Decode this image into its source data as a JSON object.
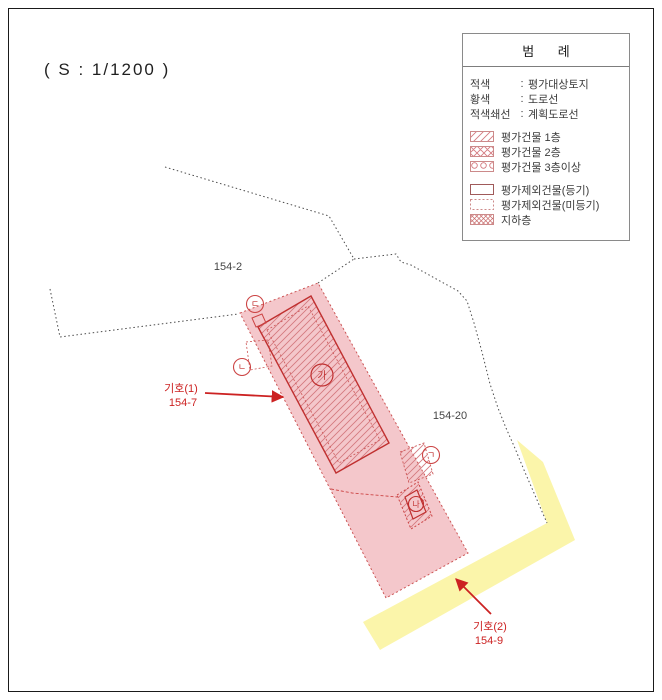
{
  "scale_label": "( S : 1/1200 )",
  "legend": {
    "title": "범  례",
    "color_lines": [
      {
        "name": "적색",
        "sep": ":",
        "desc": "평가대상토지"
      },
      {
        "name": "황색",
        "sep": ":",
        "desc": "도로선"
      },
      {
        "name": "적색쇄선",
        "sep": ":",
        "desc": "계획도로선"
      }
    ],
    "building_items": [
      {
        "swatch": "diagonal-hatch",
        "label": "평가건물 1층"
      },
      {
        "swatch": "cross-hatch",
        "label": "평가건물 2층"
      },
      {
        "swatch": "circle-hatch",
        "label": "평가건물 3층이상"
      }
    ],
    "exclusion_items": [
      {
        "swatch": "solid-outline",
        "label": "평가제외건물(등기)"
      },
      {
        "swatch": "dashed-outline",
        "label": "평가제외건물(미등기)"
      },
      {
        "swatch": "dense-hatch",
        "label": "지하층"
      }
    ]
  },
  "map": {
    "parcel_labels": [
      {
        "id": "154-2"
      },
      {
        "id": "154-20"
      }
    ],
    "callouts": [
      {
        "line1": "기호(1)",
        "line2": "154-7"
      },
      {
        "line1": "기호(2)",
        "line2": "154-9"
      }
    ],
    "building_markers": [
      {
        "glyph": "가"
      },
      {
        "glyph": "나"
      }
    ],
    "point_markers": [
      {
        "glyph": "ㄱ"
      },
      {
        "glyph": "ㄴ"
      },
      {
        "glyph": "ㄷ"
      }
    ]
  },
  "colors": {
    "target_parcel_fill": "#f4c7cb",
    "road_fill": "#fbf5aa",
    "building_outline": "#c03030",
    "hatch_line": "#d4797f",
    "annotation_red": "#cc2222",
    "boundary_line": "#4a4a4a"
  }
}
